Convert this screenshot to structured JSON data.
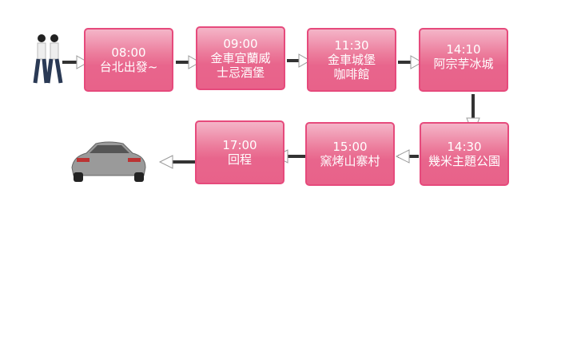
{
  "steps": [
    {
      "time": "08:00",
      "place": "台北出發~",
      "place2": ""
    },
    {
      "time": "09:00",
      "place": "金車宜蘭威",
      "place2": "士忌酒堡"
    },
    {
      "time": "11:30",
      "place": "金車城堡",
      "place2": "咖啡館"
    },
    {
      "time": "14:10",
      "place": "阿宗芋冰城",
      "place2": ""
    },
    {
      "time": "14:30",
      "place": "幾米主題公園",
      "place2": ""
    },
    {
      "time": "15:00",
      "place": "窯烤山寨村",
      "place2": ""
    },
    {
      "time": "17:00",
      "place": "回程",
      "place2": ""
    }
  ],
  "colors": {
    "box": "#e8658c",
    "border": "#e64a7c"
  }
}
